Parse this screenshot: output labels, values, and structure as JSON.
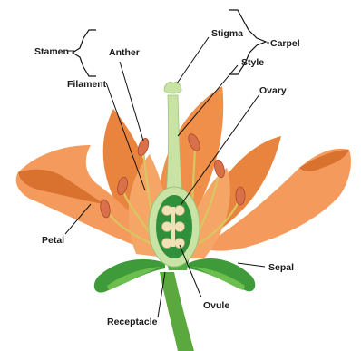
{
  "labels": {
    "stamen": "Stamen",
    "anther": "Anther",
    "filament": "Filament",
    "stigma": "Stigma",
    "style": "Style",
    "ovary": "Ovary",
    "carpel": "Carpel",
    "petal": "Petal",
    "sepal": "Sepal",
    "ovule": "Ovule",
    "receptacle": "Receptacle"
  },
  "colors": {
    "petal": "#f39a5c",
    "petal_shadow": "#e07a3c",
    "petal_light": "#f8b483",
    "sepal": "#3f9b3a",
    "sepal_light": "#6cbf4e",
    "stem": "#5aa83e",
    "pistil": "#c9e3a5",
    "ovary_fill": "#2f8f3a",
    "ovule": "#f0e0b8",
    "anther": "#d9704a",
    "filament": "#d8c760"
  }
}
